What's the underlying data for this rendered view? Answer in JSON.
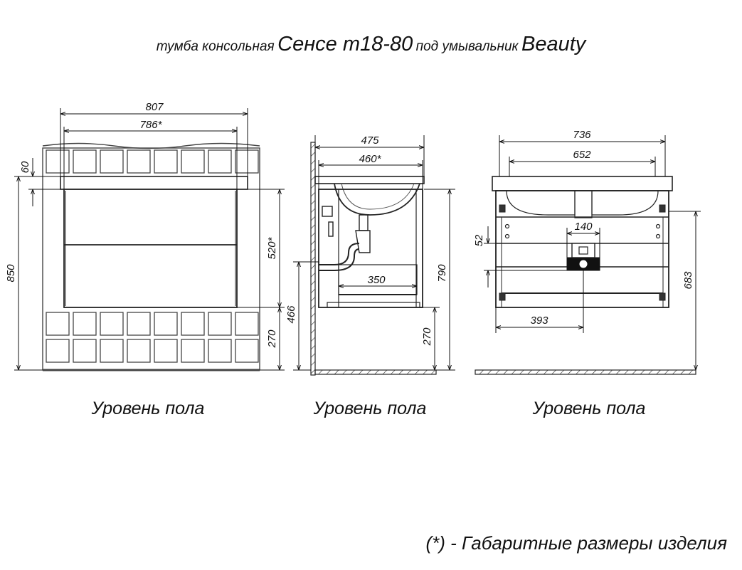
{
  "title": {
    "prefix": "тумба консольная",
    "model": "Сенсе т18-80",
    "middle": "под умывальник",
    "sink": "Beauty"
  },
  "front_view": {
    "width_overall": "807",
    "width_body": "786*",
    "top_thickness": "60",
    "height_total": "850",
    "body_height": "520*",
    "floor_gap": "270",
    "floor_label": "Уровень пола"
  },
  "side_view": {
    "depth_overall": "475",
    "depth_body": "460*",
    "height_top": "790",
    "outlet_height": "466",
    "drawer_depth": "350",
    "floor_gap": "270",
    "floor_label": "Уровень пола"
  },
  "back_view": {
    "width_overall": "736",
    "width_inner": "652",
    "mount_spacing": "140",
    "offset_52": "52",
    "height_683": "683",
    "offset_393": "393",
    "floor_label": "Уровень пола"
  },
  "footnote": "(*) - Габаритные размеры изделия"
}
